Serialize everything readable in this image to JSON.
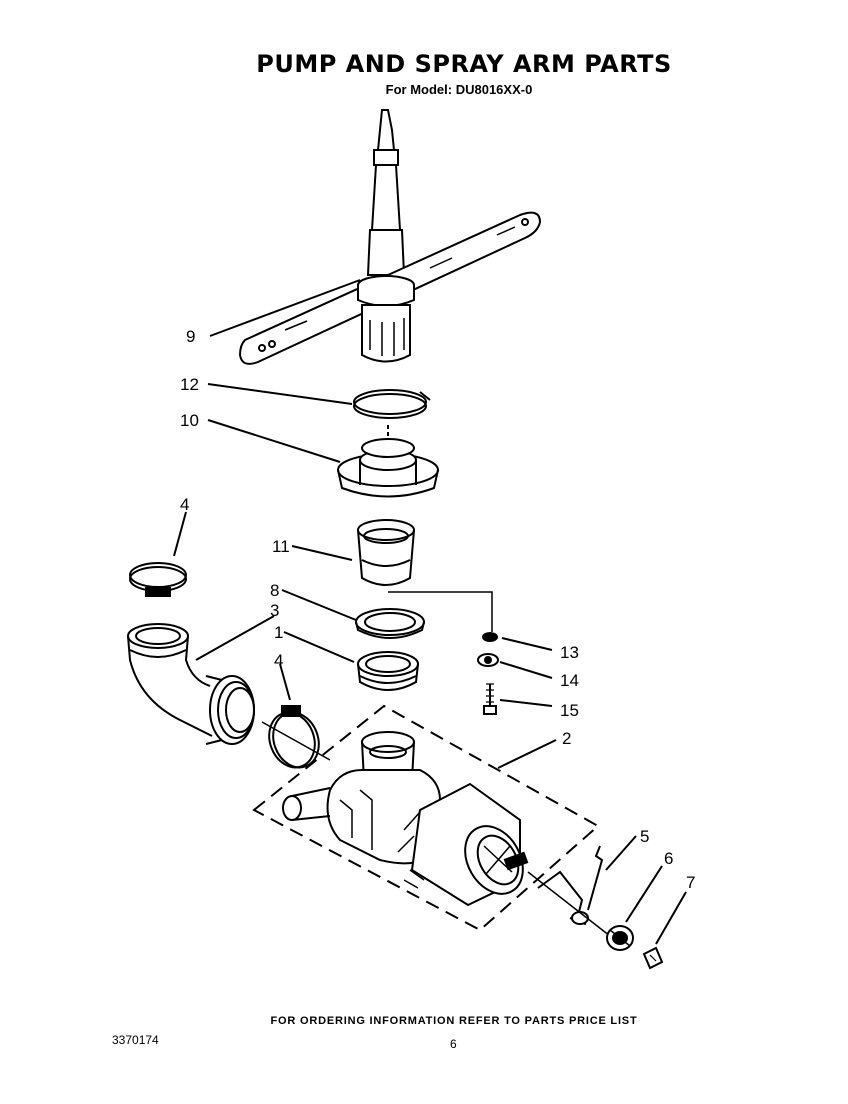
{
  "title": "PUMP AND SPRAY ARM PARTS",
  "subtitle": "For Model: DU8016XX-0",
  "footer": "FOR ORDERING INFORMATION REFER TO PARTS PRICE LIST",
  "doc_number": "3370174",
  "page_number": "6",
  "callouts": {
    "c1": "1",
    "c2": "2",
    "c3": "3",
    "c4a": "4",
    "c4b": "4",
    "c5": "5",
    "c6": "6",
    "c7": "7",
    "c8": "8",
    "c9": "9",
    "c10": "10",
    "c11": "11",
    "c12": "12",
    "c13": "13",
    "c14": "14",
    "c15": "15"
  }
}
